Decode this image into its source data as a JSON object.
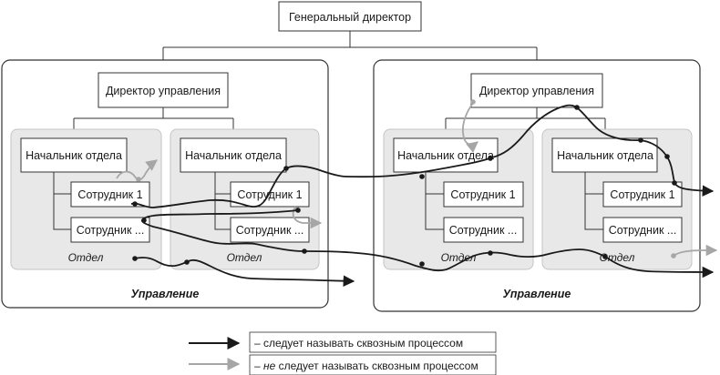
{
  "colors": {
    "through_process": "#1a1a1a",
    "not_through_process": "#a6a6a6",
    "department_fill": "#e8e8e8"
  },
  "ceo": {
    "label": "Генеральный директор"
  },
  "divisions": [
    {
      "director": "Директор управления",
      "caption": "Управление",
      "departments": [
        {
          "head": "Начальник отдела",
          "employee_1": "Сотрудник 1",
          "employee_n": "Сотрудник ...",
          "caption": "Отдел"
        },
        {
          "head": "Начальник отдела",
          "employee_1": "Сотрудник 1",
          "employee_n": "Сотрудник ...",
          "caption": "Отдел"
        }
      ]
    },
    {
      "director": "Директор управления",
      "caption": "Управление",
      "departments": [
        {
          "head": "Начальник отдела",
          "employee_1": "Сотрудник 1",
          "employee_n": "Сотрудник ...",
          "caption": "Отдел"
        },
        {
          "head": "Начальник отдела",
          "employee_1": "Сотрудник 1",
          "employee_n": "Сотрудник ...",
          "caption": "Отдел"
        }
      ]
    }
  ],
  "legend": {
    "through": {
      "text": "– следует называть сквозным процессом"
    },
    "not_through": {
      "prefix": "– ",
      "emph": "не",
      "suffix": " следует называть сквозным процессом"
    }
  }
}
